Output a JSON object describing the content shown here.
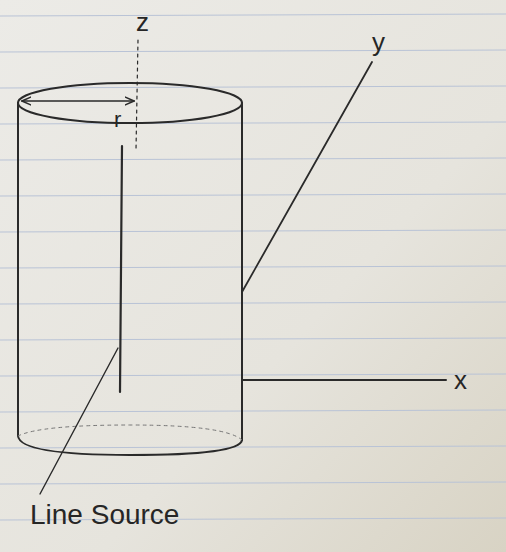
{
  "diagram": {
    "labels": [
      "z",
      "y",
      "r",
      "x",
      "Line Source"
    ]
  }
}
